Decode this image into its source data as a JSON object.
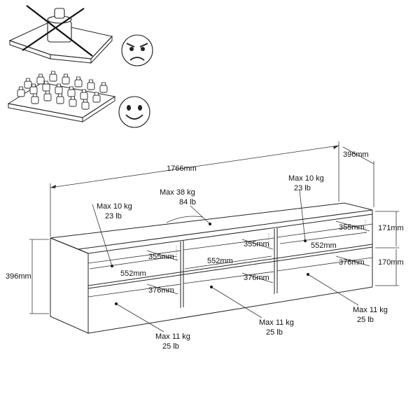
{
  "icons": {
    "bad_load": "concentrated-heavy-load-crossed-icon",
    "good_load": "distributed-load-icon",
    "angry_face": "angry-face-icon",
    "happy_face": "happy-face-icon"
  },
  "dimensions": {
    "total_width": "1766mm",
    "total_depth": "396mm",
    "height": "396mm",
    "upper_height": "171mm",
    "lower_height": "170mm",
    "comp_width_top": "552mm",
    "comp_width_mid": "552mm",
    "comp_width_left": "552mm",
    "depth_355_left": "355mm",
    "depth_355_mid": "355mm",
    "depth_355_right": "355mm",
    "depth_376_left": "376mm",
    "depth_376_mid": "376mm",
    "depth_376_right": "376mm"
  },
  "loads": {
    "top": {
      "kg": "Max 38 kg",
      "lb": "84 lb"
    },
    "shelf_left": {
      "kg": "Max 10 kg",
      "lb": "23 lb"
    },
    "shelf_right": {
      "kg": "Max 10 kg",
      "lb": "23 lb"
    },
    "bottom_left": {
      "kg": "Max 11 kg",
      "lb": "25 lb"
    },
    "bottom_mid": {
      "kg": "Max 11 kg",
      "lb": "25 lb"
    },
    "bottom_right": {
      "kg": "Max 11 kg",
      "lb": "25 lb"
    }
  }
}
